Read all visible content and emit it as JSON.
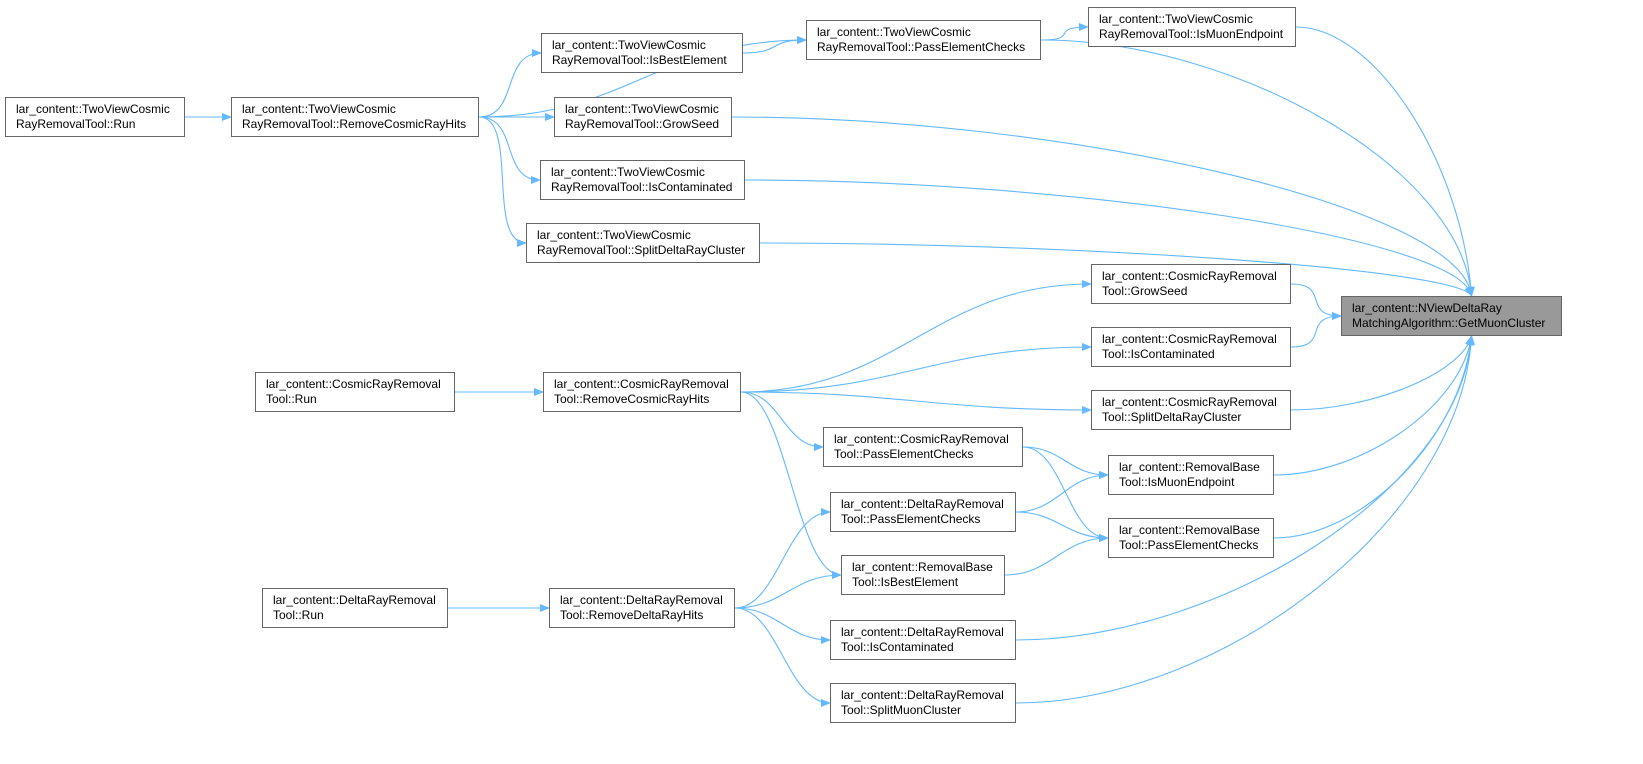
{
  "colors": {
    "edge": "#63b8ff",
    "node_border": "#666666",
    "node_fill": "#ffffff",
    "target_fill": "#999999"
  },
  "nodes": {
    "tv_run": {
      "l1": "lar_content::TwoViewCosmic",
      "l2": "RayRemovalTool::Run"
    },
    "tv_remove": {
      "l1": "lar_content::TwoViewCosmic",
      "l2": "RayRemovalTool::RemoveCosmicRayHits"
    },
    "tv_best": {
      "l1": "lar_content::TwoViewCosmic",
      "l2": "RayRemovalTool::IsBestElement"
    },
    "tv_grow": {
      "l1": "lar_content::TwoViewCosmic",
      "l2": "RayRemovalTool::GrowSeed"
    },
    "tv_contam": {
      "l1": "lar_content::TwoViewCosmic",
      "l2": "RayRemovalTool::IsContaminated"
    },
    "tv_split": {
      "l1": "lar_content::TwoViewCosmic",
      "l2": "RayRemovalTool::SplitDeltaRayCluster"
    },
    "tv_pass": {
      "l1": "lar_content::TwoViewCosmic",
      "l2": "RayRemovalTool::PassElementChecks"
    },
    "tv_endpoint": {
      "l1": "lar_content::TwoViewCosmic",
      "l2": "RayRemovalTool::IsMuonEndpoint"
    },
    "cr_run": {
      "l1": "lar_content::CosmicRayRemoval",
      "l2": "Tool::Run"
    },
    "cr_remove": {
      "l1": "lar_content::CosmicRayRemoval",
      "l2": "Tool::RemoveCosmicRayHits"
    },
    "cr_grow": {
      "l1": "lar_content::CosmicRayRemoval",
      "l2": "Tool::GrowSeed"
    },
    "cr_contam": {
      "l1": "lar_content::CosmicRayRemoval",
      "l2": "Tool::IsContaminated"
    },
    "cr_split": {
      "l1": "lar_content::CosmicRayRemoval",
      "l2": "Tool::SplitDeltaRayCluster"
    },
    "cr_pass": {
      "l1": "lar_content::CosmicRayRemoval",
      "l2": "Tool::PassElementChecks"
    },
    "rb_endpoint": {
      "l1": "lar_content::RemovalBase",
      "l2": "Tool::IsMuonEndpoint"
    },
    "rb_pass": {
      "l1": "lar_content::RemovalBase",
      "l2": "Tool::PassElementChecks"
    },
    "rb_best": {
      "l1": "lar_content::RemovalBase",
      "l2": "Tool::IsBestElement"
    },
    "dr_run": {
      "l1": "lar_content::DeltaRayRemoval",
      "l2": "Tool::Run"
    },
    "dr_remove": {
      "l1": "lar_content::DeltaRayRemoval",
      "l2": "Tool::RemoveDeltaRayHits"
    },
    "dr_pass": {
      "l1": "lar_content::DeltaRayRemoval",
      "l2": "Tool::PassElementChecks"
    },
    "dr_contam": {
      "l1": "lar_content::DeltaRayRemoval",
      "l2": "Tool::IsContaminated"
    },
    "dr_split": {
      "l1": "lar_content::DeltaRayRemoval",
      "l2": "Tool::SplitMuonCluster"
    },
    "target": {
      "l1": "lar_content::NViewDeltaRay",
      "l2": "MatchingAlgorithm::GetMuonCluster"
    }
  },
  "edges": [
    [
      "tv_run",
      "tv_remove"
    ],
    [
      "tv_remove",
      "tv_pass"
    ],
    [
      "tv_remove",
      "tv_best"
    ],
    [
      "tv_remove",
      "tv_grow"
    ],
    [
      "tv_remove",
      "tv_contam"
    ],
    [
      "tv_remove",
      "tv_split"
    ],
    [
      "tv_best",
      "tv_pass"
    ],
    [
      "tv_pass",
      "tv_endpoint"
    ],
    [
      "tv_endpoint",
      "target"
    ],
    [
      "tv_pass",
      "target"
    ],
    [
      "tv_grow",
      "target"
    ],
    [
      "tv_contam",
      "target"
    ],
    [
      "tv_split",
      "target"
    ],
    [
      "cr_run",
      "cr_remove"
    ],
    [
      "cr_remove",
      "cr_grow"
    ],
    [
      "cr_remove",
      "cr_contam"
    ],
    [
      "cr_remove",
      "cr_split"
    ],
    [
      "cr_remove",
      "cr_pass"
    ],
    [
      "cr_remove",
      "rb_best"
    ],
    [
      "cr_grow",
      "target"
    ],
    [
      "cr_contam",
      "target"
    ],
    [
      "cr_split",
      "target"
    ],
    [
      "cr_pass",
      "rb_endpoint"
    ],
    [
      "cr_pass",
      "rb_pass"
    ],
    [
      "rb_endpoint",
      "target"
    ],
    [
      "rb_pass",
      "target"
    ],
    [
      "rb_best",
      "rb_pass"
    ],
    [
      "dr_run",
      "dr_remove"
    ],
    [
      "dr_remove",
      "dr_pass"
    ],
    [
      "dr_remove",
      "rb_best"
    ],
    [
      "dr_remove",
      "dr_contam"
    ],
    [
      "dr_remove",
      "dr_split"
    ],
    [
      "dr_pass",
      "rb_endpoint"
    ],
    [
      "dr_pass",
      "rb_pass"
    ],
    [
      "dr_contam",
      "target"
    ],
    [
      "dr_split",
      "target"
    ]
  ]
}
